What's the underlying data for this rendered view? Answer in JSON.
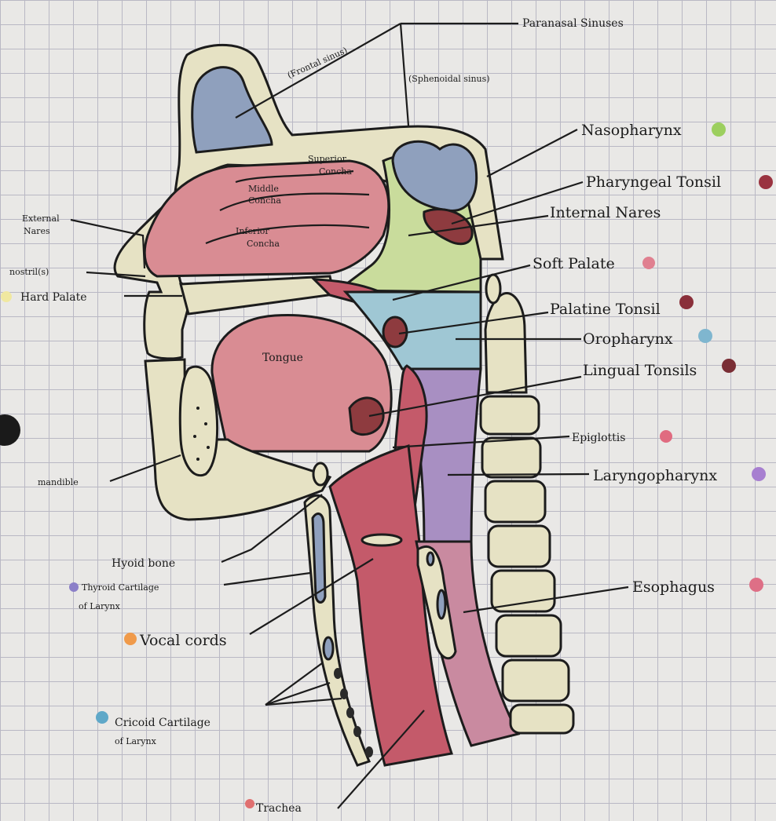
{
  "labels": {
    "paranasal_sinuses": "Paranasal Sinuses",
    "frontal_sinus": "(Frontal sinus)",
    "sphenoidal_sinus": "(Sphenoidal sinus)",
    "nasopharynx": "Nasopharynx",
    "pharyngeal_tonsil": "Pharyngeal Tonsil",
    "internal_nares": "Internal Nares",
    "soft_palate": "Soft Palate",
    "palatine_tonsil": "Palatine Tonsil",
    "oropharynx": "Oropharynx",
    "lingual_tonsils": "Lingual Tonsils",
    "epiglottis": "Epiglottis",
    "laryngopharynx": "Laryngopharynx",
    "esophagus": "Esophagus",
    "external_nares_1": "External",
    "external_nares_2": "Nares",
    "nostrils": "nostril(s)",
    "hard_palate": "Hard Palate",
    "mandible": "mandible",
    "hyoid_bone": "Hyoid bone",
    "thyroid_cartilage_1": "Thyroid Cartilage",
    "thyroid_cartilage_2": "of Larynx",
    "vocal_cords": "Vocal cords",
    "cricoid_cartilage_1": "Cricoid Cartilage",
    "cricoid_cartilage_2": "of Larynx",
    "trachea": "Trachea",
    "tongue": "Tongue",
    "superior_concha_1": "Superior",
    "superior_concha_2": "Concha",
    "middle_concha_1": "Middle",
    "middle_concha_2": "Concha",
    "inferior_concha_1": "Inferior",
    "inferior_concha_2": "Concha"
  },
  "colors": {
    "paper": "#e9e8e6",
    "grid": "#b9b8c4",
    "bone": "#e6e2c4",
    "sinus_blue": "#8fa0bd",
    "nasal_pink": "#d98c93",
    "nasopharynx_green": "#c9dc9c",
    "oropharynx_blue": "#9fc7d4",
    "laryngopharynx_purple": "#a88fc2",
    "trachea_red": "#c45a6a",
    "tonsil_maroon": "#8e3b3f"
  },
  "color_keys": {
    "nasopharynx": "#9ccf5e",
    "pharyngeal_tonsil": "#9a3340",
    "soft_palate": "#e08090",
    "palatine_tonsil": "#8a2f3a",
    "oropharynx": "#7fb6cf",
    "lingual_tonsils": "#7a2e35",
    "epiglottis": "#e06b80",
    "laryngopharynx": "#a77fd0",
    "esophagus": "#de6f86",
    "thyroid_cartilage": "#8b7fc8",
    "vocal_cords": "#f09a4a",
    "cricoid_cartilage": "#5fa8c8",
    "trachea": "#e07070",
    "hard_palate": "#f0e8a0"
  }
}
